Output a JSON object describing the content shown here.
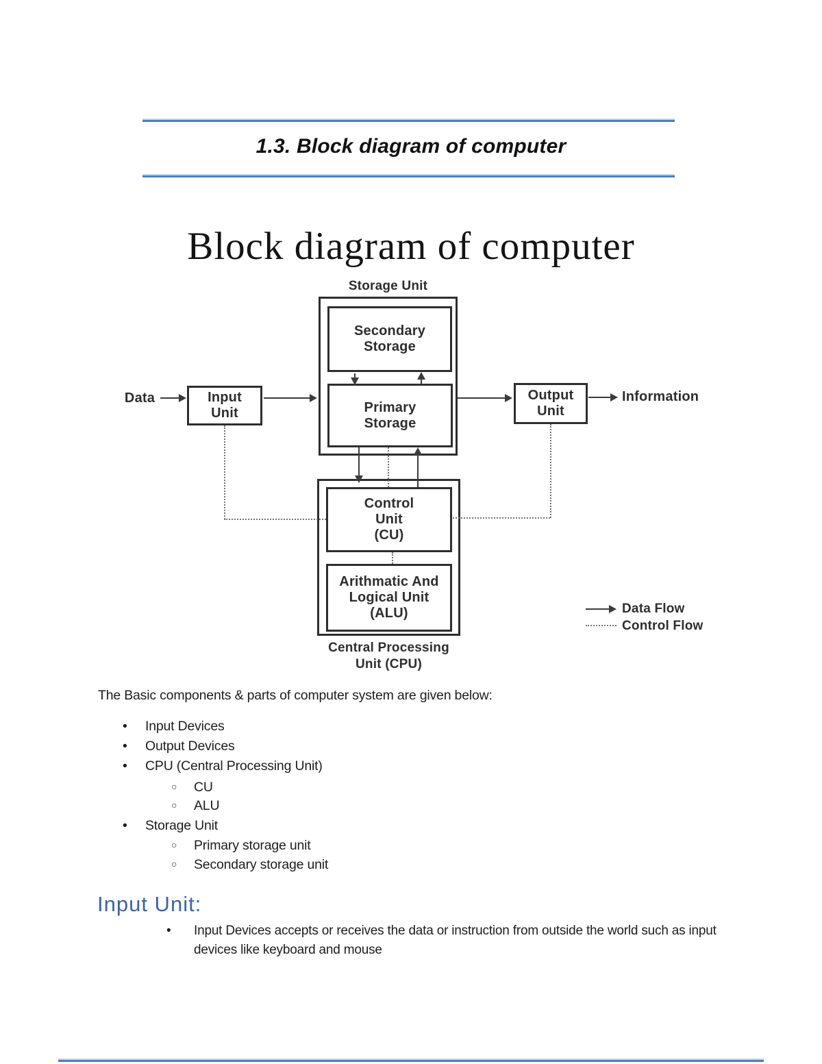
{
  "header": {
    "title": "1.3. Block diagram of computer"
  },
  "diagram": {
    "title": "Block diagram of computer",
    "storage_unit_label": "Storage Unit",
    "secondary_storage": [
      "Secondary",
      "Storage"
    ],
    "primary_storage": [
      "Primary",
      "Storage"
    ],
    "input_unit": [
      "Input",
      "Unit"
    ],
    "output_unit": [
      "Output",
      "Unit"
    ],
    "control_unit": [
      "Control",
      "Unit",
      "(CU)"
    ],
    "alu": [
      "Arithmatic And",
      "Logical Unit",
      "(ALU)"
    ],
    "cpu_label": [
      "Central Processing",
      "Unit (CPU)"
    ],
    "data_label": "Data",
    "information_label": "Information",
    "legend": {
      "data_flow": "Data Flow",
      "control_flow": "Control Flow"
    }
  },
  "body": {
    "intro": "The Basic components & parts of computer system are given below:",
    "bullet": "•",
    "sub_bullet": "○",
    "list": [
      {
        "label": "Input Devices",
        "children": []
      },
      {
        "label": "Output Devices",
        "children": []
      },
      {
        "label": "CPU (Central Processing Unit)",
        "children": [
          "CU",
          "ALU"
        ]
      },
      {
        "label": "Storage Unit",
        "children": [
          "Primary storage unit",
          "Secondary storage unit"
        ]
      }
    ],
    "input_unit_heading": "Input Unit:",
    "input_unit_bullet": "Input Devices accepts or receives the data or instruction from outside the world such as input devices like keyboard and mouse"
  },
  "colors": {
    "accent_rule_blue": "#4F7EC2",
    "heading_blue": "#3D63A8",
    "diagram_line": "#3C3C3C",
    "text": "#1D1D1D"
  }
}
